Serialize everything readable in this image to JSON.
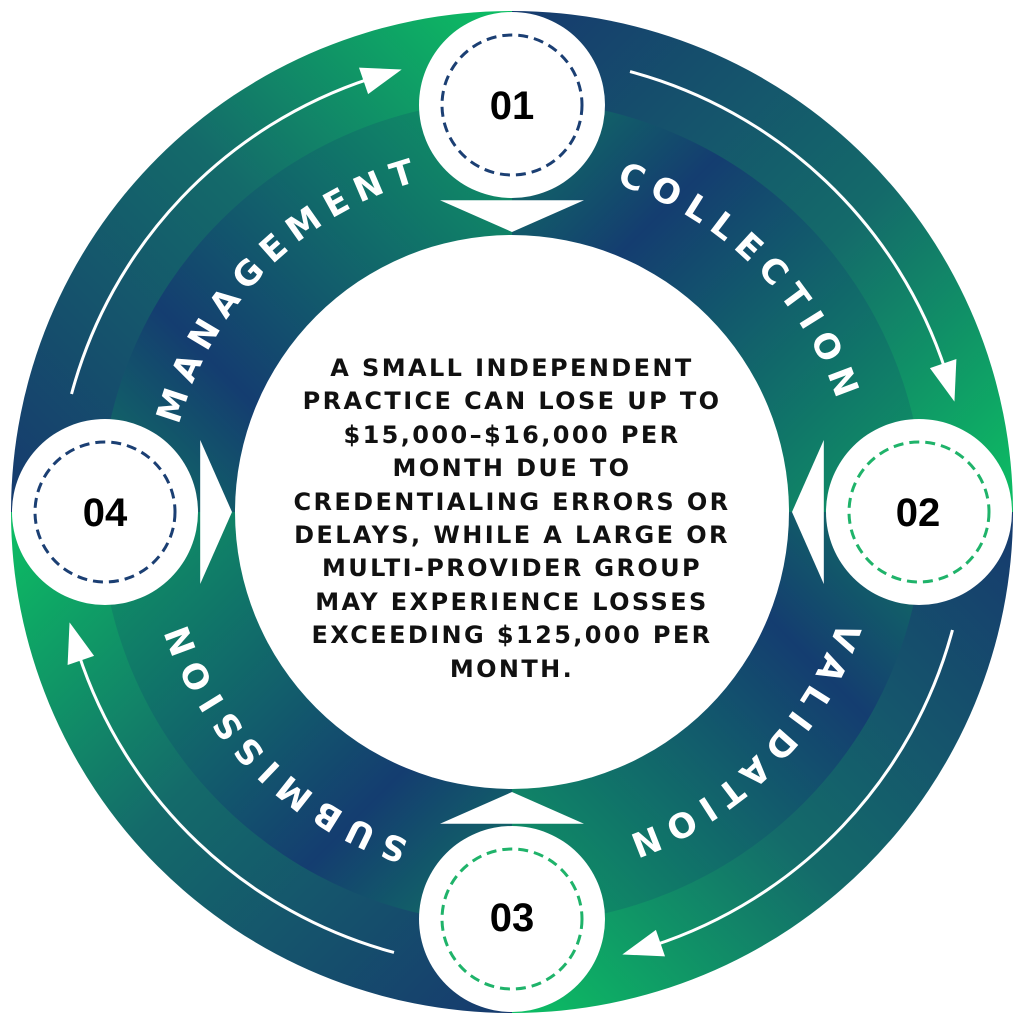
{
  "diagram": {
    "steps": [
      {
        "number": "01",
        "label": "COLLECTION",
        "dash_color": "#1b3f73"
      },
      {
        "number": "02",
        "label": "VALIDATION",
        "dash_color": "#1fb36a"
      },
      {
        "number": "03",
        "label": "SUBMISSION",
        "dash_color": "#1fb36a"
      },
      {
        "number": "04",
        "label": "MANAGEMENT",
        "dash_color": "#1b3f73"
      }
    ],
    "center_text_lines": [
      "A SMALL INDEPENDENT",
      "PRACTICE CAN LOSE UP TO",
      "$15,000–$16,000 PER",
      "MONTH DUE TO",
      "CREDENTIALING ERRORS OR",
      "DELAYS, WHILE A LARGE OR",
      "MULTI-PROVIDER GROUP",
      "MAY EXPERIENCE LOSSES",
      "EXCEEDING $125,000 PER",
      "MONTH."
    ],
    "colors": {
      "navy": "#163a6e",
      "green": "#0cbf63",
      "white": "#ffffff"
    }
  }
}
